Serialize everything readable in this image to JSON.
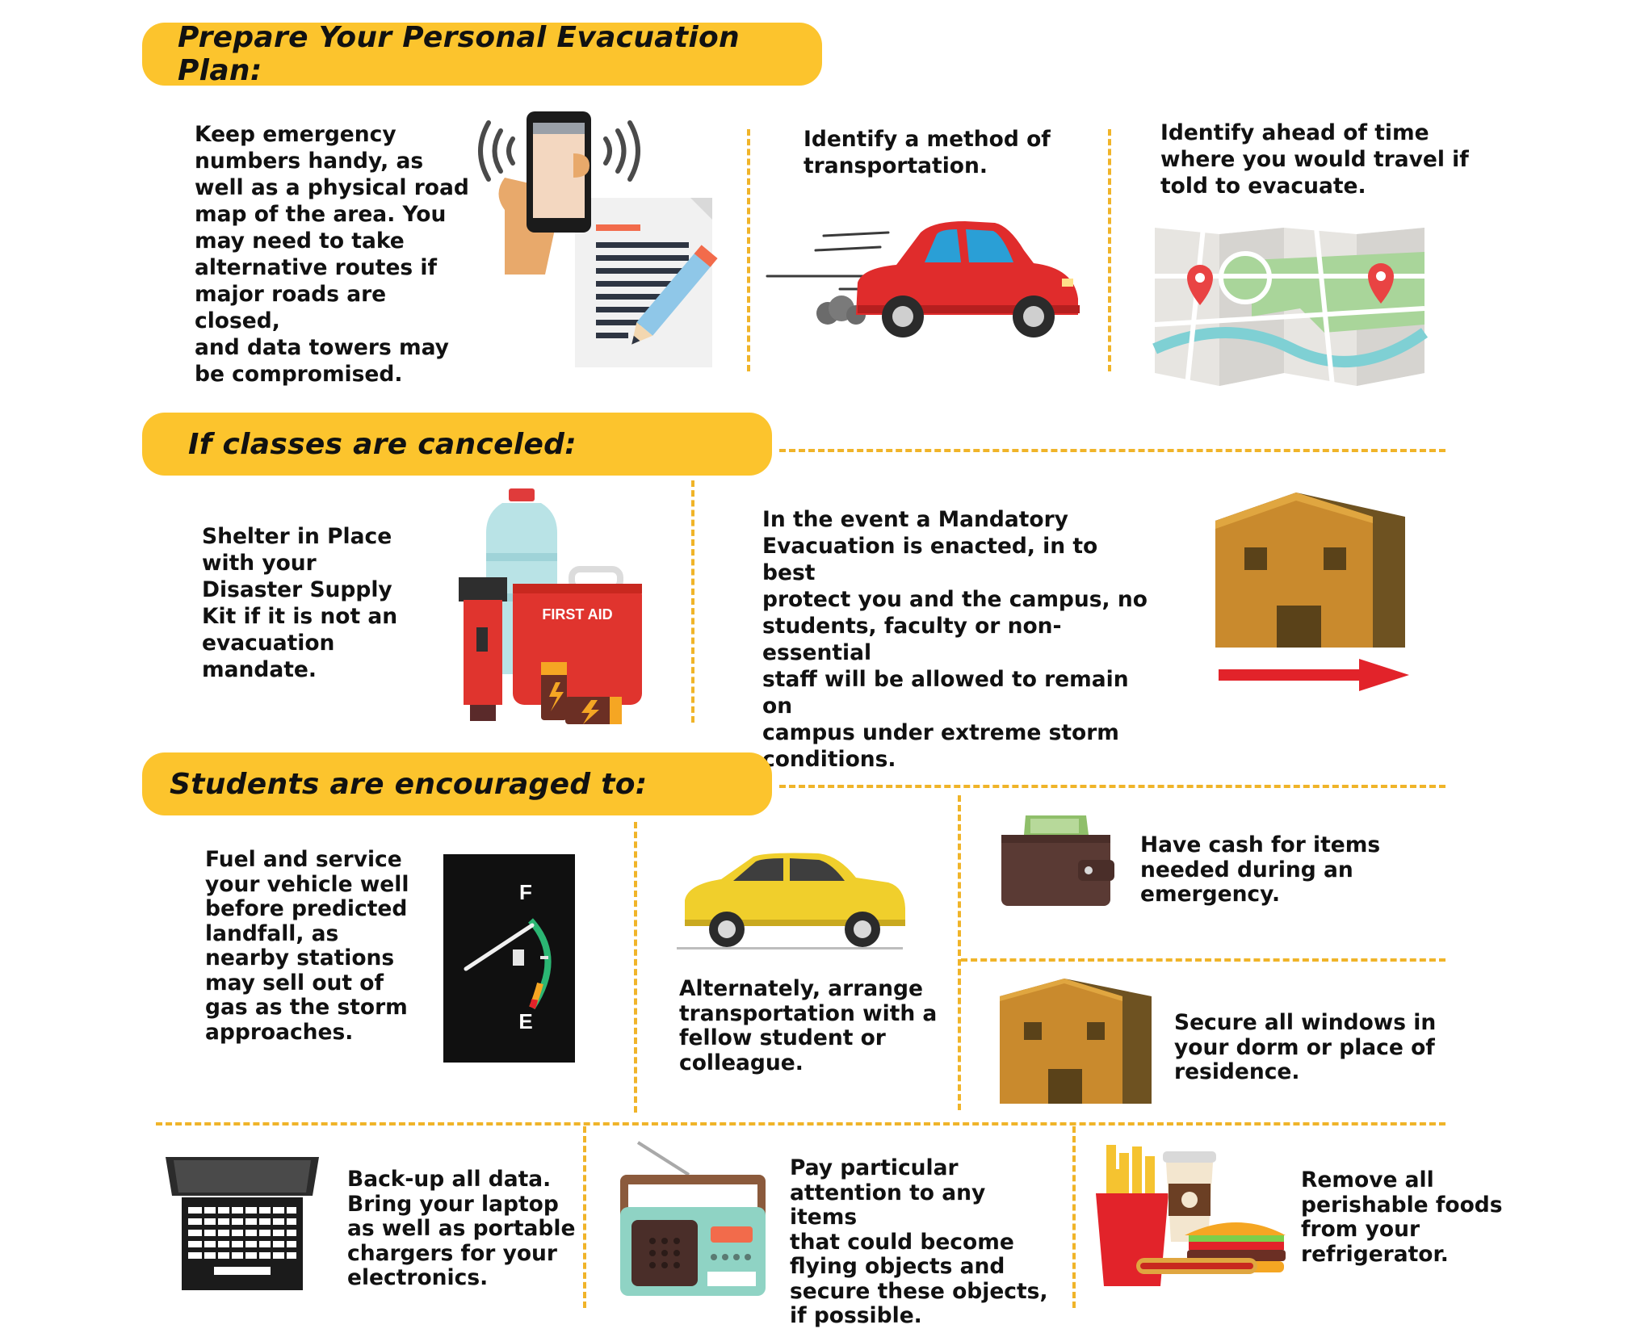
{
  "sections": {
    "prepare": {
      "title": "Prepare Your Personal Evacuation Plan:",
      "items": [
        {
          "text": "Keep emergency\nnumbers handy, as\nwell as a physical road\nmap of the area. You\nmay need to take\nalternative routes if\nmajor roads are closed,\nand data towers may\nbe compromised.",
          "icon": "phone-and-document-icon"
        },
        {
          "text": "Identify a method of\ntransportation.",
          "icon": "red-car-icon"
        },
        {
          "text": "Identify ahead of time\nwhere you would travel if\ntold to evacuate.",
          "icon": "map-icon"
        }
      ]
    },
    "canceled": {
      "title": "If classes are canceled:",
      "items": [
        {
          "text": "Shelter in Place\nwith your\nDisaster Supply\nKit if it is not an\nevacuation\nmandate.",
          "icon": "supply-kit-icon",
          "kit_label": "FIRST AID"
        },
        {
          "text": "In the event a Mandatory\nEvacuation is enacted, in to best\nprotect you and the campus, no\nstudents, faculty or non-essential\nstaff will be allowed to remain on\ncampus under extreme storm\nconditions.",
          "icon": "building-with-arrow-icon"
        }
      ]
    },
    "students": {
      "title": "Students are encouraged to:",
      "items": [
        {
          "text": "Fuel and service\nyour vehicle well\nbefore predicted\nlandfall, as\nnearby stations\nmay sell out of\ngas as the storm\napproaches.",
          "icon": "fuel-gauge-icon",
          "gauge_full": "F",
          "gauge_empty": "E"
        },
        {
          "text": "Alternately, arrange\ntransportation with a\nfellow student or\ncolleague.",
          "icon": "yellow-car-icon"
        },
        {
          "text": "Have cash for items\nneeded during an\nemergency.",
          "icon": "wallet-icon"
        },
        {
          "text": "Secure all windows in\nyour dorm or place of\nresidence.",
          "icon": "dorm-building-icon"
        },
        {
          "text": "Back-up all data.\nBring your laptop\nas well as portable\nchargers for your\nelectronics.",
          "icon": "laptop-icon"
        },
        {
          "text": "Pay particular\nattention to any items\nthat could become\nflying objects and\nsecure these objects,\nif possible.",
          "icon": "radio-icon"
        },
        {
          "text": "Remove all\nperishable foods\nfrom your\nrefrigerator.",
          "icon": "fast-food-icon"
        }
      ]
    }
  },
  "colors": {
    "accent": "#fcc42d",
    "divider": "#f0b429",
    "building": "#c98a2d",
    "building_side": "#6e5221",
    "arrow": "#e2232a"
  }
}
